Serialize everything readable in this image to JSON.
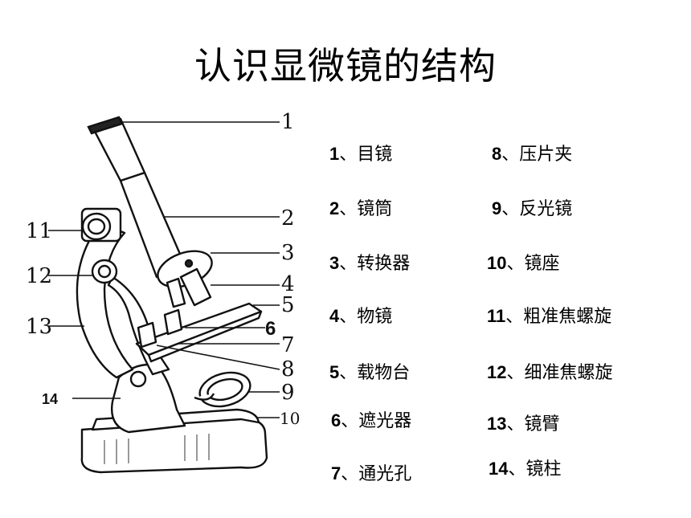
{
  "title": "认识显微镜的结构",
  "diagram_labels": [
    "1",
    "2",
    "3",
    "4",
    "5",
    "6",
    "7",
    "8",
    "9",
    "10",
    "11",
    "12",
    "13",
    "14"
  ],
  "legend": [
    {
      "num": "1",
      "sep": "、",
      "text": "目镜"
    },
    {
      "num": "2",
      "sep": "、",
      "text": "镜筒"
    },
    {
      "num": "3",
      "sep": "、",
      "text": "转换器"
    },
    {
      "num": "4",
      "sep": "、",
      "text": "物镜"
    },
    {
      "num": "5",
      "sep": "、",
      "text": "载物台"
    },
    {
      "num": "6",
      "sep": "、",
      "text": "遮光器"
    },
    {
      "num": "7",
      "sep": "、",
      "text": "通光孔"
    },
    {
      "num": "8",
      "sep": "、",
      "text": "压片夹"
    },
    {
      "num": "9",
      "sep": "、",
      "text": "反光镜"
    },
    {
      "num": "10",
      "sep": "、",
      "text": "镜座"
    },
    {
      "num": "11",
      "sep": "、",
      "text": "粗准焦螺旋"
    },
    {
      "num": "12",
      "sep": "、",
      "text": "细准焦螺旋"
    },
    {
      "num": "13",
      "sep": "、",
      "text": "镜臂"
    },
    {
      "num": "14",
      "sep": "、",
      "text": "镜柱"
    }
  ]
}
